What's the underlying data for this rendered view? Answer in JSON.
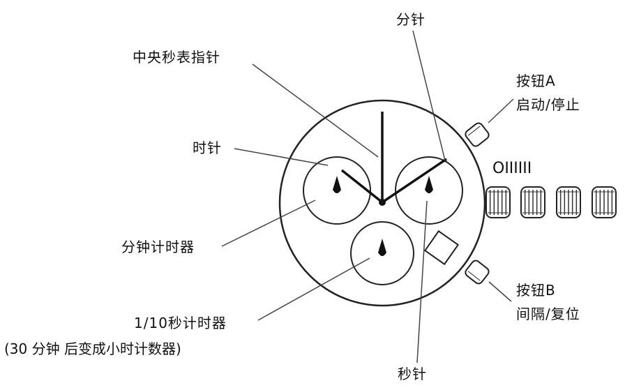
{
  "labels": {
    "minute_hand": "分针",
    "chrono_second_hand": "中央秒表指针",
    "hour_hand": "时针",
    "minute_counter": "分钟计时器",
    "tenth_second_counter": "1/10秒计时器",
    "tenth_second_note": "(30 分钟 后变成小时计数器)",
    "second_hand": "秒针",
    "button_a_title": "按钮A",
    "button_a_desc": "启动/停止",
    "button_b_title": "按钮B",
    "button_b_desc": "间隔/复位",
    "crown_positions": "OIIIIII"
  },
  "colors": {
    "ink": "#111111",
    "line": "#333333",
    "background": "#ffffff"
  }
}
